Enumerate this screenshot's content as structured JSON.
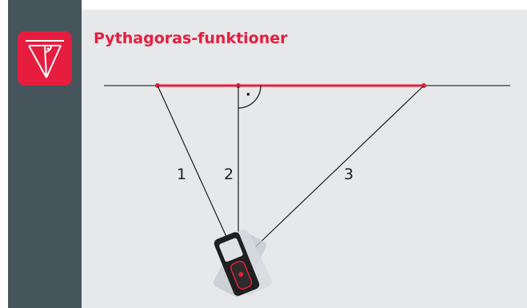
{
  "page": {
    "title": "Pythagoras-funktioner"
  },
  "diagram": {
    "measurements": [
      {
        "label": "1"
      },
      {
        "label": "2"
      },
      {
        "label": "3"
      }
    ],
    "right_angle_dot": "·"
  },
  "colors": {
    "accent": "#e61d3f",
    "sidebar": "#46545c",
    "panel": "#e7e8e9",
    "line": "#1d1d1b"
  },
  "icons": {
    "feature_icon": "pythagoras-function-icon",
    "device": "laser-distance-meter-device"
  }
}
